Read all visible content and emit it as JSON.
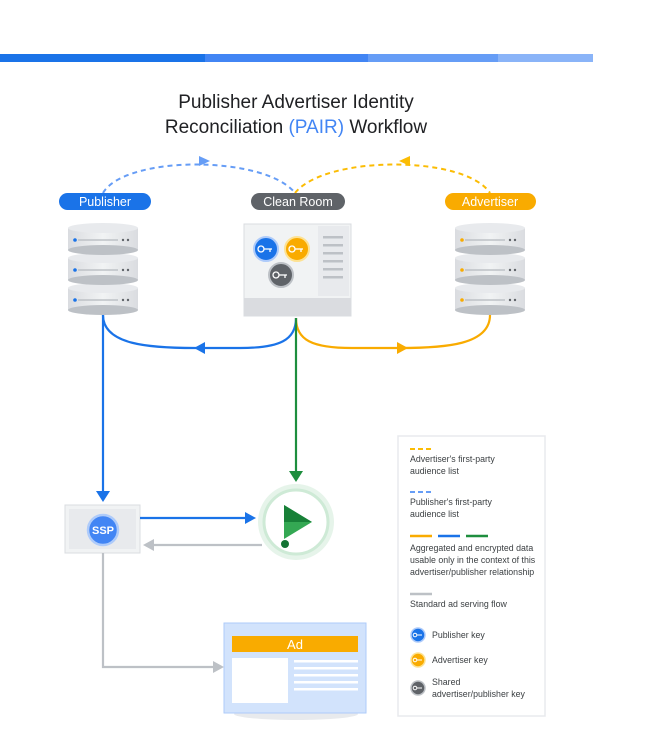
{
  "title": {
    "line1": "Publisher Advertiser Identity",
    "line2_start": "Reconciliation ",
    "line2_highlight": "(PAIR)",
    "line2_end": " Workflow"
  },
  "nodes": {
    "publisher": "Publisher",
    "clean_room": "Clean Room",
    "advertiser": "Advertiser",
    "ssp": "SSP",
    "ad": "Ad"
  },
  "legend": {
    "advertiser_list": [
      "Advertiser's first-party",
      "audience list"
    ],
    "publisher_list": [
      "Publisher's first-party",
      "audience list"
    ],
    "aggregated": [
      "Aggregated and encrypted data",
      "usable only in the context of this",
      "advertiser/publisher relationship"
    ],
    "standard_flow": "Standard ad serving flow",
    "publisher_key": "Publisher key",
    "advertiser_key": "Advertiser key",
    "shared_key": [
      "Shared",
      "advertiser/publisher key"
    ]
  },
  "colors": {
    "blue": "#1a73e8",
    "light_blue": "#669df6",
    "orange": "#f9ab00",
    "green": "#1e8e3e",
    "gray": "#9aa0a6",
    "dark_gray": "#5f6368",
    "highlight": "#4285f4"
  },
  "icons": {
    "database": "server-stack-icon",
    "key": "key-icon",
    "play": "play-icon"
  }
}
